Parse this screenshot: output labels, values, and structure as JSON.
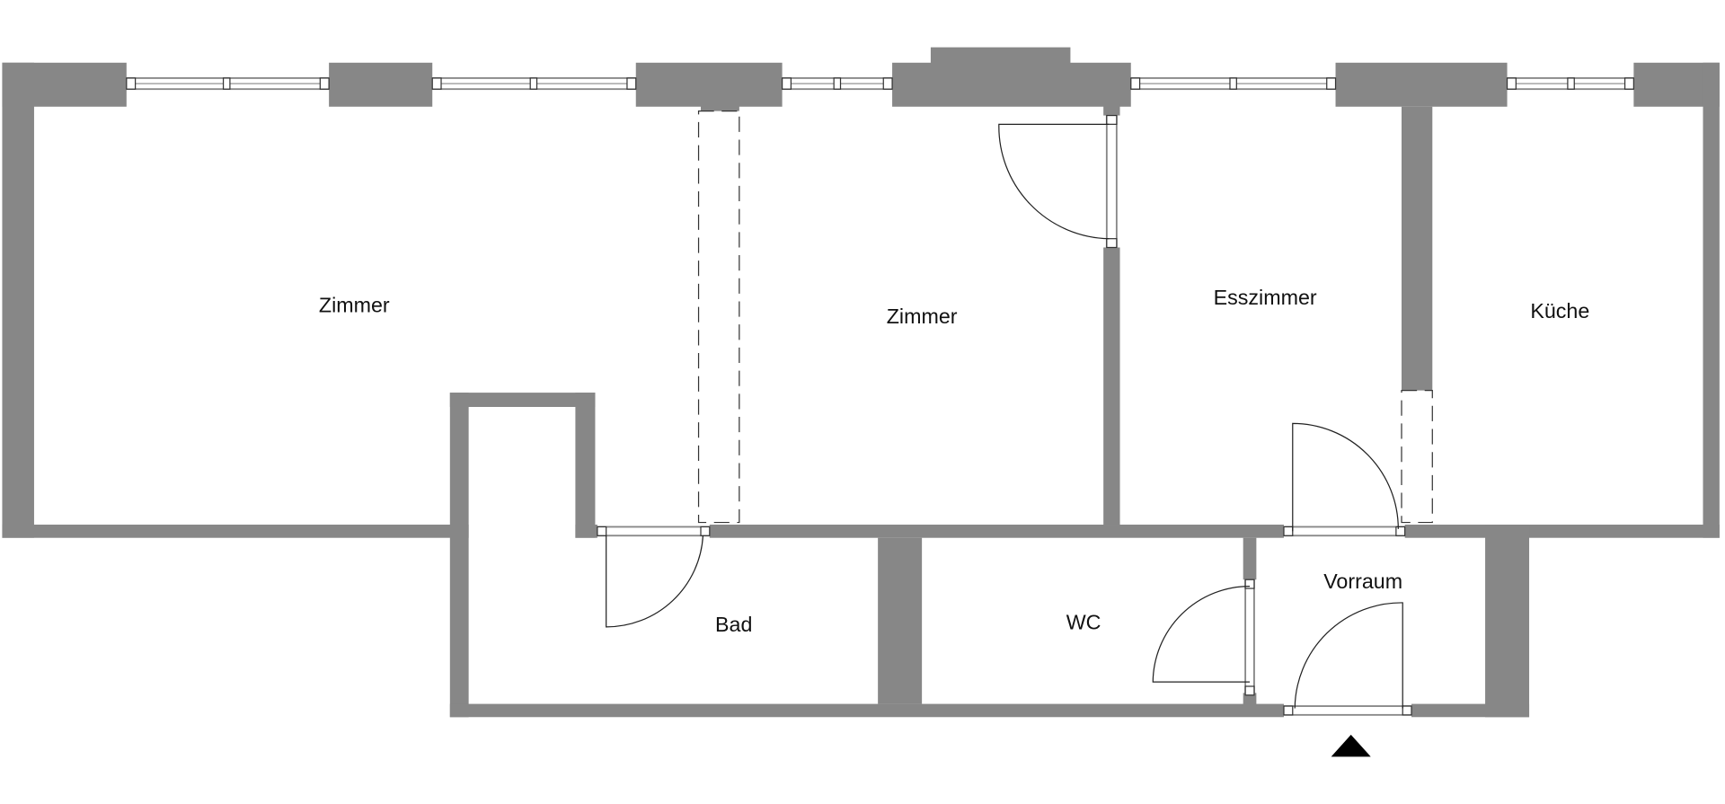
{
  "rooms": {
    "zimmer_1": "Zimmer",
    "zimmer_2": "Zimmer",
    "esszimmer": "Esszimmer",
    "kueche": "Küche",
    "bad": "Bad",
    "wc": "WC",
    "vorraum": "Vorraum"
  },
  "colors": {
    "wall": "#878787",
    "line": "#222222"
  },
  "entrance_marker": "triangle-up-icon"
}
